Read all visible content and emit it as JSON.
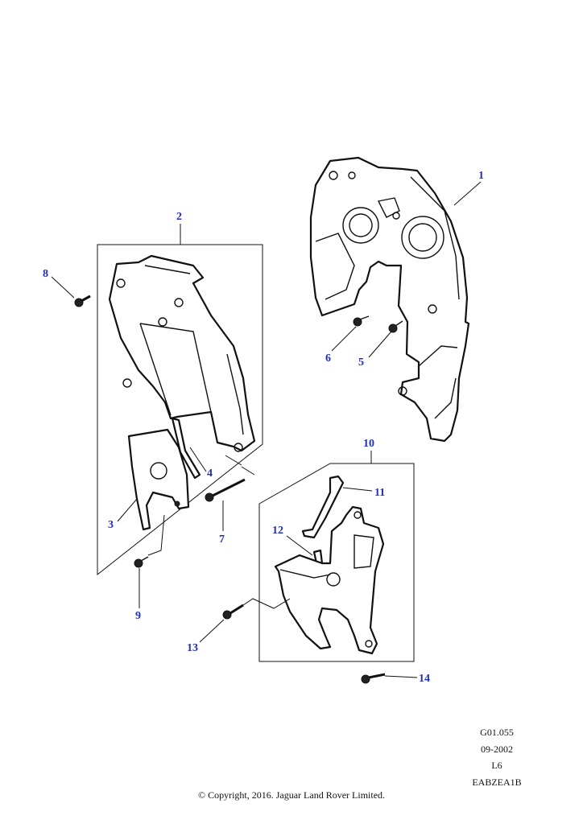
{
  "callouts": {
    "c1": "1",
    "c2": "2",
    "c3": "3",
    "c4": "4",
    "c5": "5",
    "c6": "6",
    "c7": "7",
    "c8": "8",
    "c9": "9",
    "c10": "10",
    "c11": "11",
    "c12": "12",
    "c13": "13",
    "c14": "14"
  },
  "info": {
    "code": "G01.055",
    "date": "09-2002",
    "model": "L6",
    "ref": "EABZEA1B"
  },
  "copyright": "© Copyright, 2016. Jaguar Land Rover Limited.",
  "colors": {
    "callout": "#1f2fbf",
    "line": "#111111"
  }
}
